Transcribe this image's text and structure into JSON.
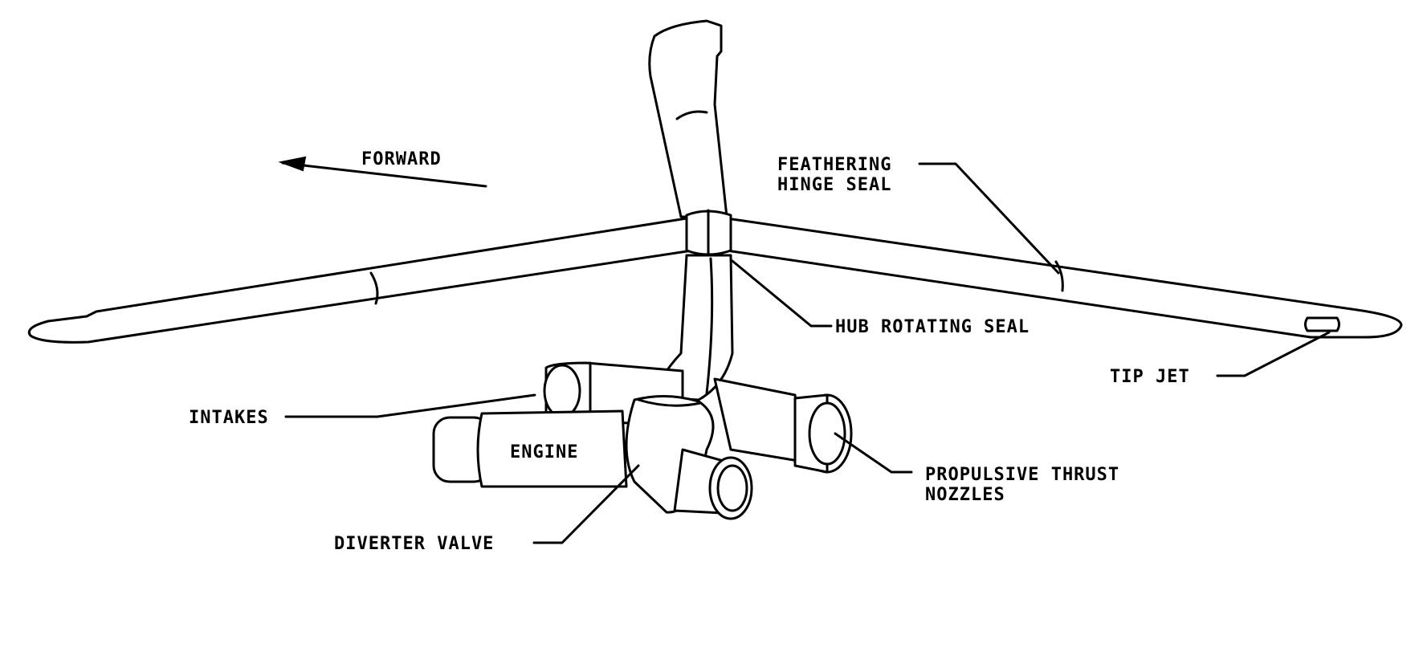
{
  "diagram": {
    "labels": {
      "forward": "FORWARD",
      "feathering_1": "FEATHERING",
      "feathering_2": "HINGE SEAL",
      "hub_seal": "HUB ROTATING SEAL",
      "tip_jet": "TIP JET",
      "intakes": "INTAKES",
      "engine": "ENGINE",
      "nozzles_1": "PROPULSIVE THRUST",
      "nozzles_2": "NOZZLES",
      "diverter": "DIVERTER VALVE"
    }
  }
}
